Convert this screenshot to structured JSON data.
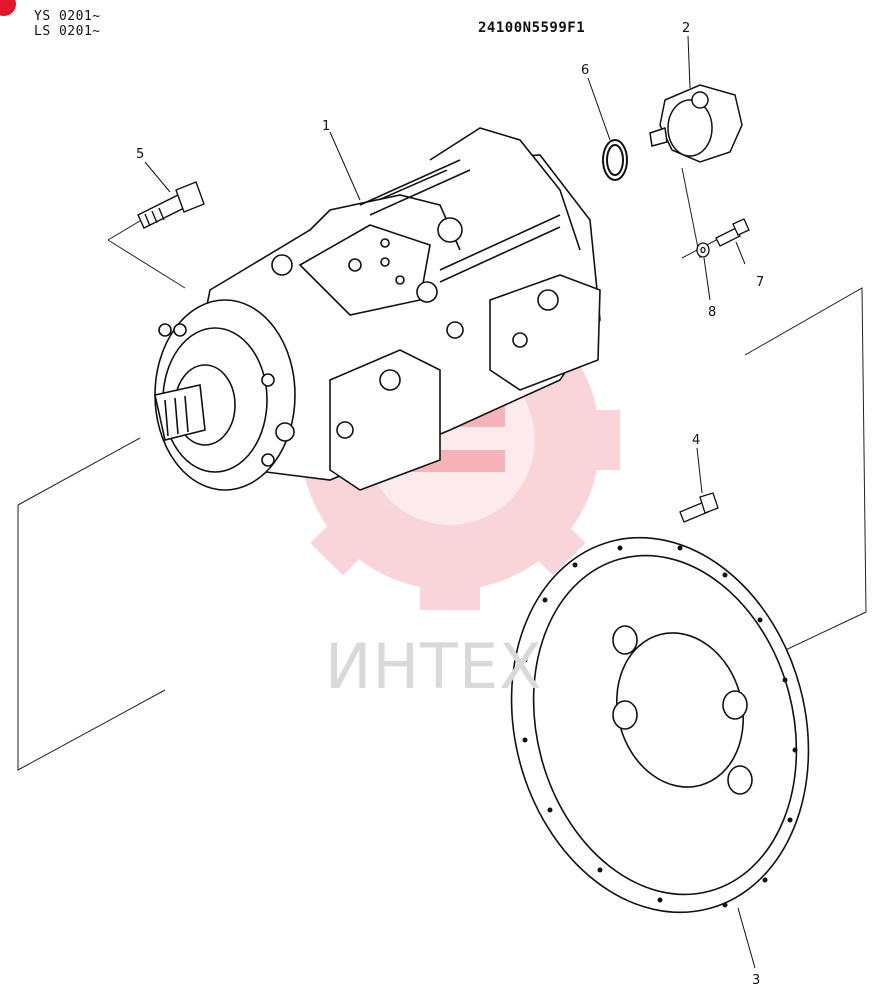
{
  "header": {
    "serial_lines": [
      "YS 0201~",
      "LS 0201~"
    ],
    "part_number": "24100N5599F1"
  },
  "callouts": [
    "1",
    "2",
    "3",
    "4",
    "5",
    "6",
    "7",
    "8"
  ],
  "watermark": {
    "text": "ИНТЕХ",
    "color": "#e3162b"
  }
}
